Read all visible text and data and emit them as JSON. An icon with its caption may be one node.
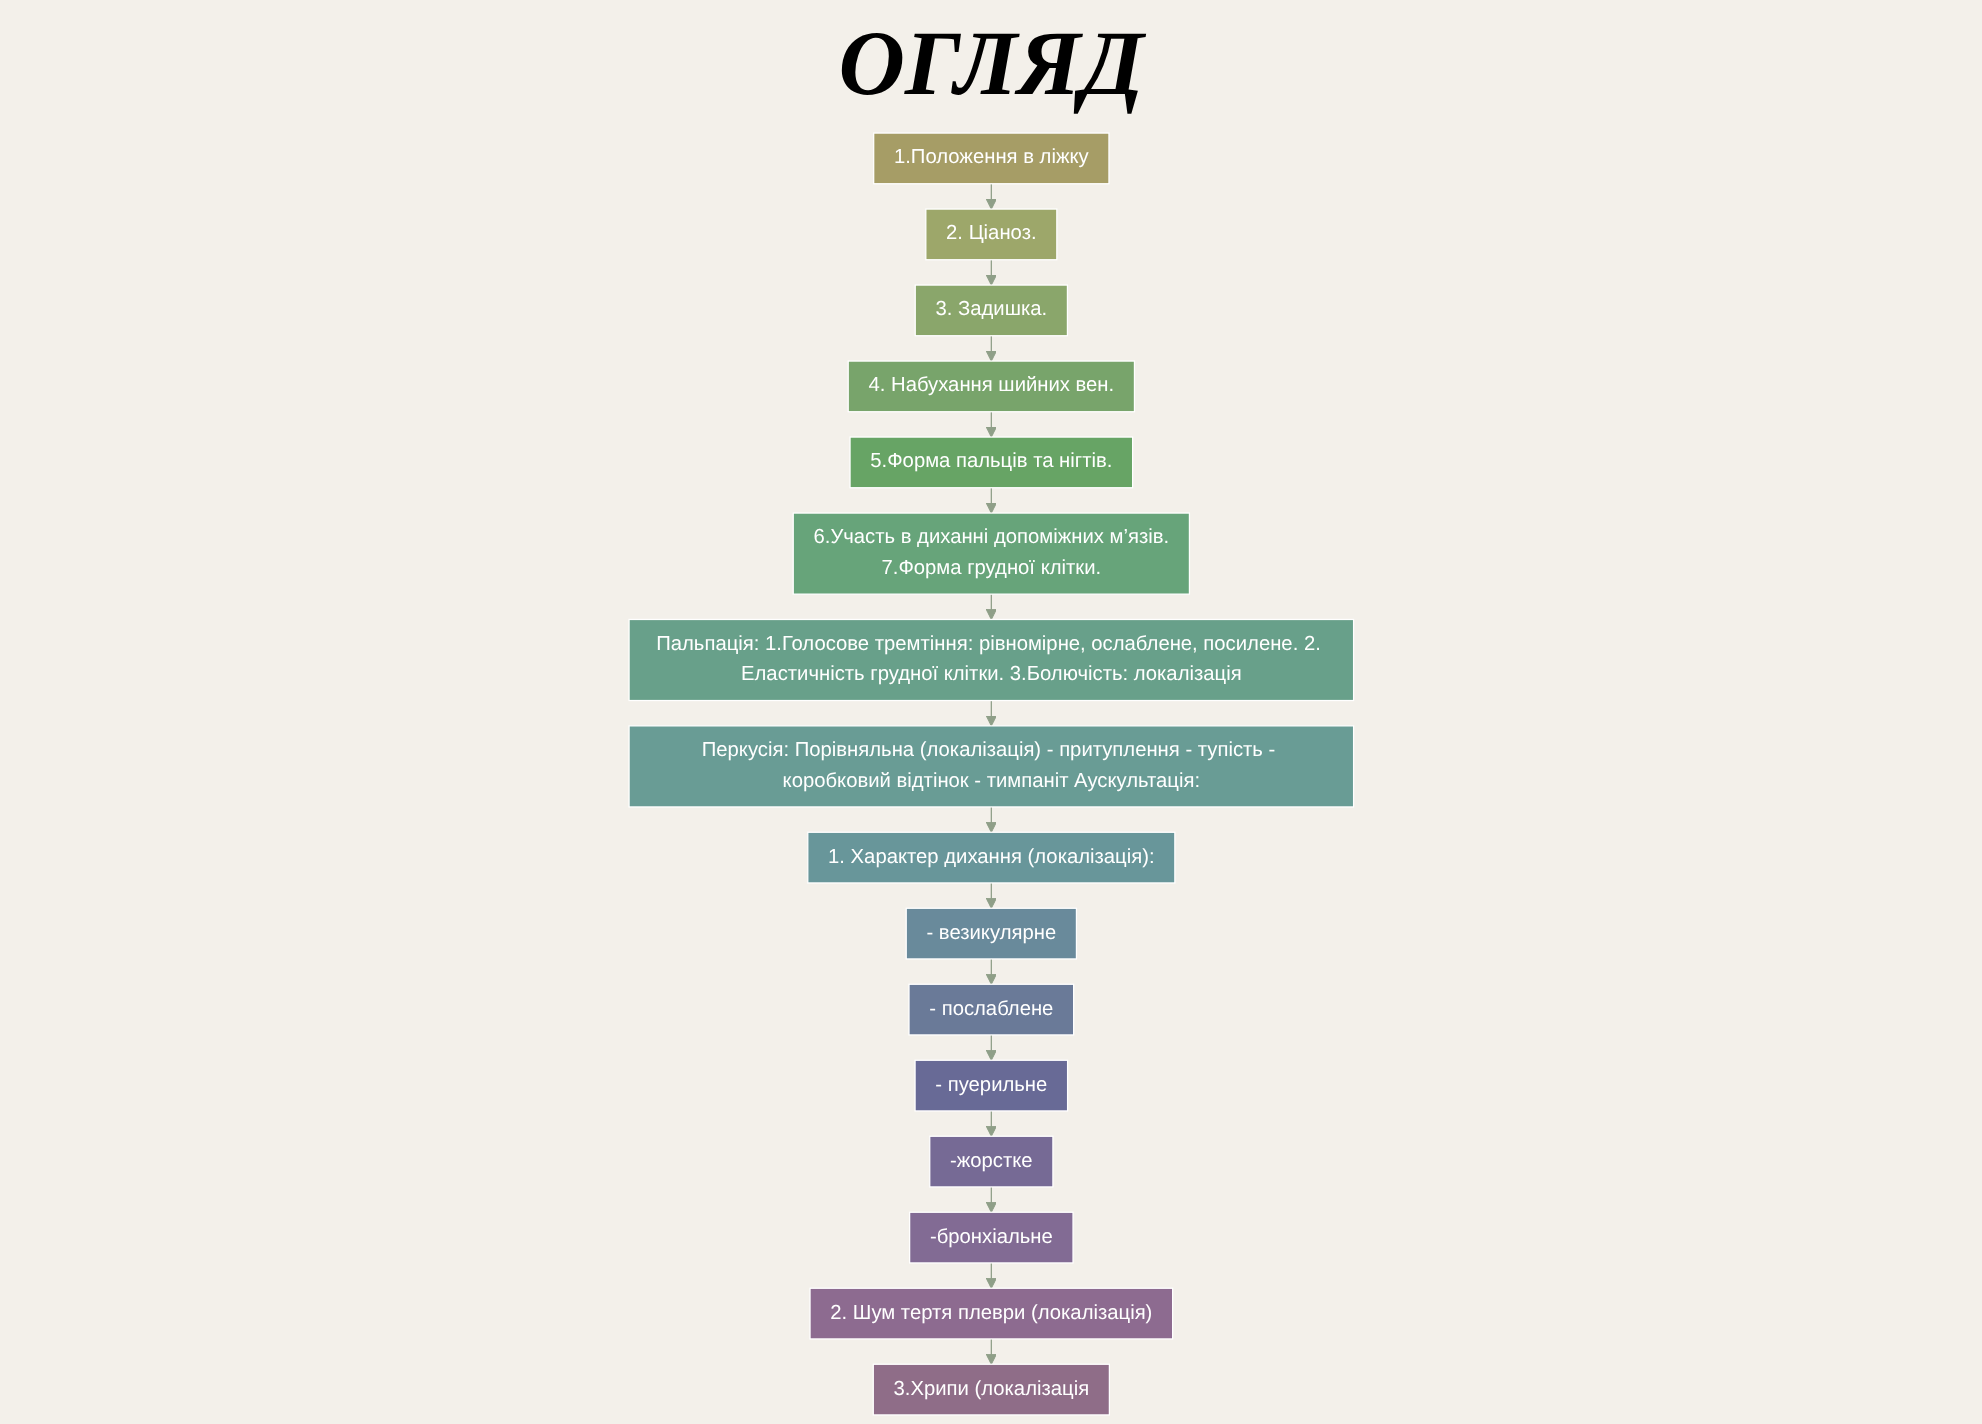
{
  "diagram": {
    "title": "ОГЛЯД",
    "nodes": [
      {
        "text": [
          "1.Положення в ліжку"
        ]
      },
      {
        "text": [
          "2. Ціаноз."
        ]
      },
      {
        "text": [
          "3. Задишка."
        ]
      },
      {
        "text": [
          "4. Набухання шийних вен."
        ]
      },
      {
        "text": [
          "5.Форма пальців та нігтів."
        ]
      },
      {
        "text": [
          "6.Участь в диханні допоміжних м’язів.",
          "7.Форма грудної клітки."
        ]
      },
      {
        "text": [
          "Пальпація: 1.Голосове тремтіння: рівномірне, ослаблене, посилене. 2. Еластичність грудної клітки. 3.Болючість: локалізація"
        ]
      },
      {
        "text": [
          "Перкусія: Порівняльна (локалізація) - притуплення - тупість - коробковий відтінок - тимпаніт Аускультація:"
        ]
      },
      {
        "text": [
          "1. Характер дихання (локалізація):"
        ]
      },
      {
        "text": [
          "- везикулярне"
        ]
      },
      {
        "text": [
          "- послаблене"
        ]
      },
      {
        "text": [
          "- пуерильне"
        ]
      },
      {
        "text": [
          "-жорстке"
        ]
      },
      {
        "text": [
          "-бронхіальне"
        ]
      },
      {
        "text": [
          "2. Шум тертя плеври (локалізація)"
        ]
      },
      {
        "text": [
          "3.Хрипи (локалізація"
        ]
      }
    ],
    "edges": [
      {
        "from": 0,
        "to": 1,
        "arrow": "to"
      },
      {
        "from": 1,
        "to": 2,
        "arrow": "to"
      },
      {
        "from": 2,
        "to": 3,
        "arrow": "to"
      },
      {
        "from": 3,
        "to": 4,
        "arrow": "to"
      },
      {
        "from": 4,
        "to": 5,
        "arrow": "to"
      },
      {
        "from": 5,
        "to": 6,
        "arrow": "to"
      },
      {
        "from": 6,
        "to": 7,
        "arrow": "to"
      },
      {
        "from": 7,
        "to": 8,
        "arrow": "to"
      },
      {
        "from": 8,
        "to": 9,
        "arrow": "to"
      },
      {
        "from": 9,
        "to": 10,
        "arrow": "to"
      },
      {
        "from": 10,
        "to": 11,
        "arrow": "to"
      },
      {
        "from": 11,
        "to": 12,
        "arrow": "to"
      },
      {
        "from": 12,
        "to": 13,
        "arrow": "to"
      },
      {
        "from": 13,
        "to": 14,
        "arrow": "to"
      },
      {
        "from": 14,
        "to": 15,
        "arrow": "to"
      }
    ]
  }
}
